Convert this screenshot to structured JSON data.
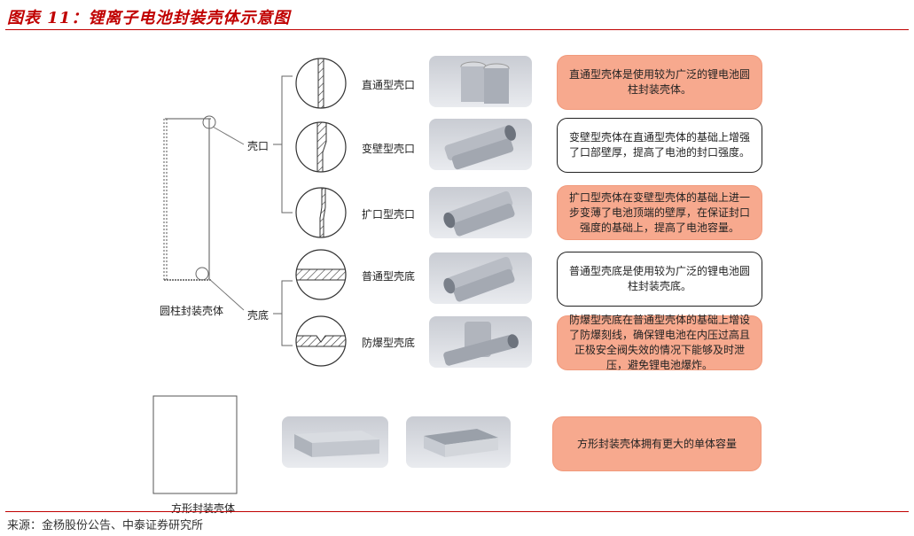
{
  "header": {
    "title": "图表 11：锂离子电池封装壳体示意图"
  },
  "footer": {
    "source": "来源：金杨股份公告、中泰证券研究所"
  },
  "diagram": {
    "main_label": "圆柱封装壳体",
    "branch_mouth": "壳口",
    "branch_bottom": "壳底",
    "square_label": "方形封装壳体"
  },
  "rows": [
    {
      "type": "直通型壳口",
      "desc": "直通型壳体是使用较为广泛的锂电池圆柱封装壳体。",
      "style": "orange"
    },
    {
      "type": "变壁型壳口",
      "desc": "变壁型壳体在直通型壳体的基础上增强了口部壁厚，提高了电池的封口强度。",
      "style": "white"
    },
    {
      "type": "扩口型壳口",
      "desc": "扩口型壳体在变壁型壳体的基础上进一步变薄了电池顶端的壁厚，在保证封口强度的基础上，提高了电池容量。",
      "style": "orange"
    },
    {
      "type": "普通型壳底",
      "desc": "普通型壳底是使用较为广泛的锂电池圆柱封装壳底。",
      "style": "white"
    },
    {
      "type": "防爆型壳底",
      "desc": "防爆型壳底在普通型壳体的基础上增设了防爆刻线，确保锂电池在内压过高且正极安全阀失效的情况下能够及时泄压，避免锂电池爆炸。",
      "style": "orange"
    }
  ],
  "square": {
    "desc": "方形封装壳体拥有更大的单体容量",
    "style": "orange"
  }
}
